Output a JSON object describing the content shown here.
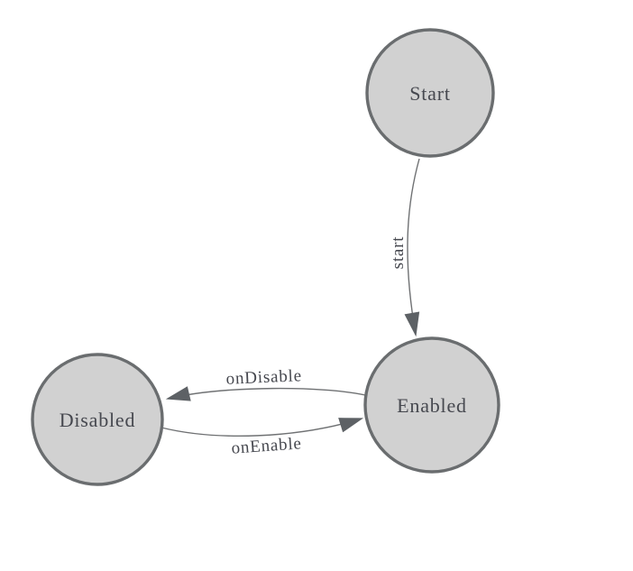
{
  "diagram": {
    "kind": "state-machine",
    "nodes": [
      {
        "id": "start",
        "label": "Start"
      },
      {
        "id": "enabled",
        "label": "Enabled"
      },
      {
        "id": "disabled",
        "label": "Disabled"
      }
    ],
    "edges": [
      {
        "from": "Start",
        "to": "Enabled",
        "label": "start"
      },
      {
        "from": "Enabled",
        "to": "Disabled",
        "label": "onDisable"
      },
      {
        "from": "Disabled",
        "to": "Enabled",
        "label": "onEnable"
      }
    ],
    "colors": {
      "background": "#ffffff",
      "node_fill": "#d1d1d1",
      "node_stroke": "#6a6d6f",
      "edge_stroke": "#6f7173",
      "arrowhead": "#5d6165",
      "text": "#46484f"
    }
  }
}
